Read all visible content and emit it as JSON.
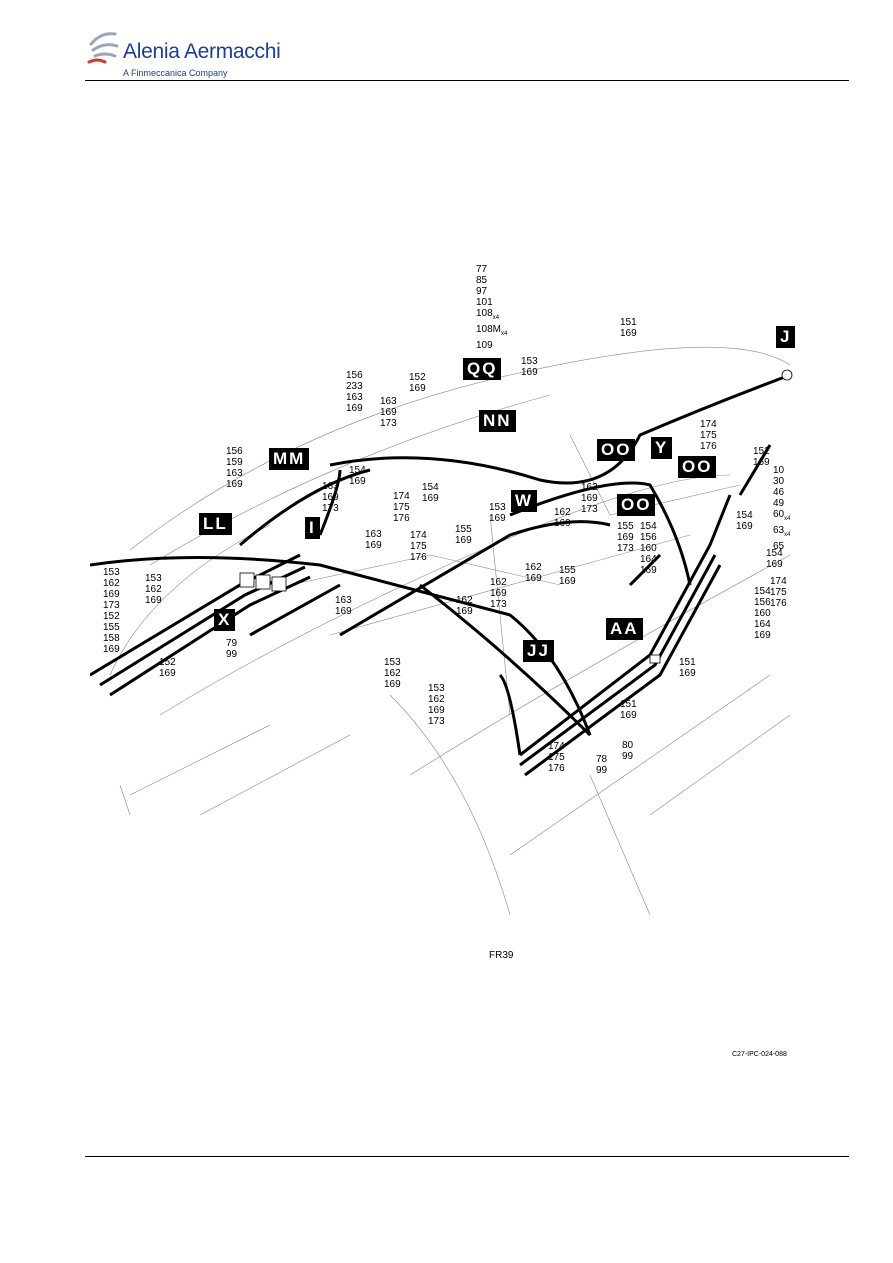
{
  "header": {
    "company": "Alenia Aermacchi",
    "subtitle": "A Finmeccanica Company",
    "brand_color": "#1c3f94"
  },
  "figure": {
    "reference": "C27-IPC-024-088",
    "frame_label": "FR39",
    "badges": [
      "J",
      "QQ",
      "NN",
      "OO",
      "Y",
      "OO",
      "OO",
      "W",
      "MM",
      "LL",
      "I",
      "X",
      "AA",
      "JJ"
    ],
    "callouts": {
      "c_top": [
        "77",
        "85",
        "97",
        "101",
        "108",
        "108M",
        "109"
      ],
      "c_151_top": [
        "151",
        "169"
      ],
      "c_153_mid": [
        "153",
        "169"
      ],
      "c_152_top": [
        "152",
        "169"
      ],
      "c_156_233": [
        "156",
        "233",
        "163",
        "169"
      ],
      "c_163_169_173a": [
        "163",
        "169",
        "173"
      ],
      "c_174a": [
        "174",
        "175",
        "176"
      ],
      "c_152_right": [
        "152",
        "169"
      ],
      "c_right_list": [
        "10",
        "30",
        "46",
        "49",
        "60",
        "63",
        "65"
      ],
      "c_156_159": [
        "156",
        "159",
        "163",
        "169"
      ],
      "c_154_169a": [
        "154",
        "169"
      ],
      "c_163_169_173b": [
        "163",
        "169",
        "173"
      ],
      "c_174_175_176b": [
        "174",
        "175",
        "176"
      ],
      "c_154_169b": [
        "154",
        "169"
      ],
      "c_153_169b": [
        "153",
        "169"
      ],
      "c_162_169_173c": [
        "162",
        "169",
        "173"
      ],
      "c_155_169_173": [
        "155",
        "169",
        "173"
      ],
      "c_154_156_160": [
        "154",
        "156",
        "160",
        "164",
        "169"
      ],
      "c_154_169c": [
        "154",
        "169"
      ],
      "c_154_169d": [
        "154",
        "169"
      ],
      "c_163_169c": [
        "163",
        "169"
      ],
      "c_174_175_176c": [
        "174",
        "175",
        "176"
      ],
      "c_155_169b": [
        "155",
        "169"
      ],
      "c_162_169d": [
        "162",
        "169"
      ],
      "c_162_169e": [
        "162",
        "169"
      ],
      "c_155_169c": [
        "155",
        "169"
      ],
      "c_174_175_176d": [
        "174",
        "175",
        "176"
      ],
      "c_left_list": [
        "153",
        "162",
        "169",
        "173",
        "152",
        "155",
        "158",
        "169"
      ],
      "c_153_162_169a": [
        "153",
        "162",
        "169"
      ],
      "c_163_169d": [
        "163",
        "169"
      ],
      "c_162_169_173e": [
        "162",
        "169",
        "173"
      ],
      "c_162_169f": [
        "162",
        "169"
      ],
      "c_154_156_160b": [
        "154",
        "156",
        "160",
        "164",
        "169"
      ],
      "c_79_99": [
        "79",
        "99"
      ],
      "c_152_169c": [
        "152",
        "169"
      ],
      "c_151_169b": [
        "151",
        "169"
      ],
      "c_153_162_169b": [
        "153",
        "162",
        "169"
      ],
      "c_153_162_169_173": [
        "153",
        "162",
        "169",
        "173"
      ],
      "c_151_169c": [
        "151",
        "169"
      ],
      "c_174_175_176e": [
        "174",
        "175",
        "176"
      ],
      "c_80_99": [
        "80",
        "99"
      ],
      "c_78_99": [
        "78",
        "99"
      ]
    },
    "subscripts": {
      "x4": "x4"
    }
  }
}
